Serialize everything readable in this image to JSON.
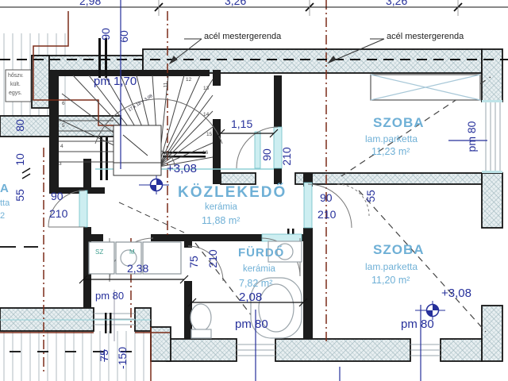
{
  "drawing": {
    "beam_labels": {
      "left": "acél mestergerenda",
      "right": "acél mestergerenda"
    },
    "unit_box": {
      "line1": "hőszv.",
      "line2": "kült.",
      "line3": "egys."
    },
    "rooms": {
      "hall": {
        "name": "KÖZLEKEDŐ",
        "finish": "kerámia",
        "area": "11,88 m²"
      },
      "room_top": {
        "name": "SZOBA",
        "finish": "lam.parketta",
        "area": "11,23 m²"
      },
      "bath": {
        "name": "FÜRDŐ",
        "finish": "kerámia",
        "area": "7,82 m²"
      },
      "room_bottom": {
        "name": "SZOBA",
        "finish": "lam.parketta",
        "area": "11,20 m²"
      }
    },
    "levels": {
      "hall": "+3,08",
      "room_bottom": "+3,08"
    },
    "stair": {
      "formula": "17 x 18 = 3,08",
      "numbers": {
        "n3": "3",
        "n4": "4",
        "n5": "5",
        "n6": "6",
        "n11": "11",
        "n12": "12",
        "n13": "13",
        "n14": "14",
        "n15": "15",
        "n16": "16"
      }
    },
    "appliances": {
      "a1": "SZ",
      "a2": "M"
    },
    "edge_fragments": {
      "f1": "A",
      "f2": "tta",
      "f3": "2"
    },
    "dims": {
      "top1": "2,98",
      "top2": "3,26",
      "top3": "3,26",
      "t90": "90",
      "t60": "60",
      "pm170": "pm 1,70",
      "left80": "80",
      "left10": "10",
      "left55": "55",
      "ldoor_w": "90",
      "ldoor_h": "210",
      "niche": "1,15",
      "ndoor_w": "90",
      "ndoor_h": "210",
      "rdoor_w": "90",
      "rdoor_h": "210",
      "r55": "55",
      "bdoor_w": "75",
      "bdoor_h": "210",
      "laundry": "2,38",
      "bath": "2,08",
      "pm80_laundry": "pm 80",
      "pm80_bath": "pm 80",
      "pm80_room": "pm 80",
      "pm80_right": "pm 80",
      "b75": "75",
      "b150": "-150"
    },
    "colors": {
      "dim_blue": "#26309b",
      "label_blue": "#6fb0d6",
      "red_brown": "#7b2c18",
      "teal": "#3f9e8f"
    }
  }
}
